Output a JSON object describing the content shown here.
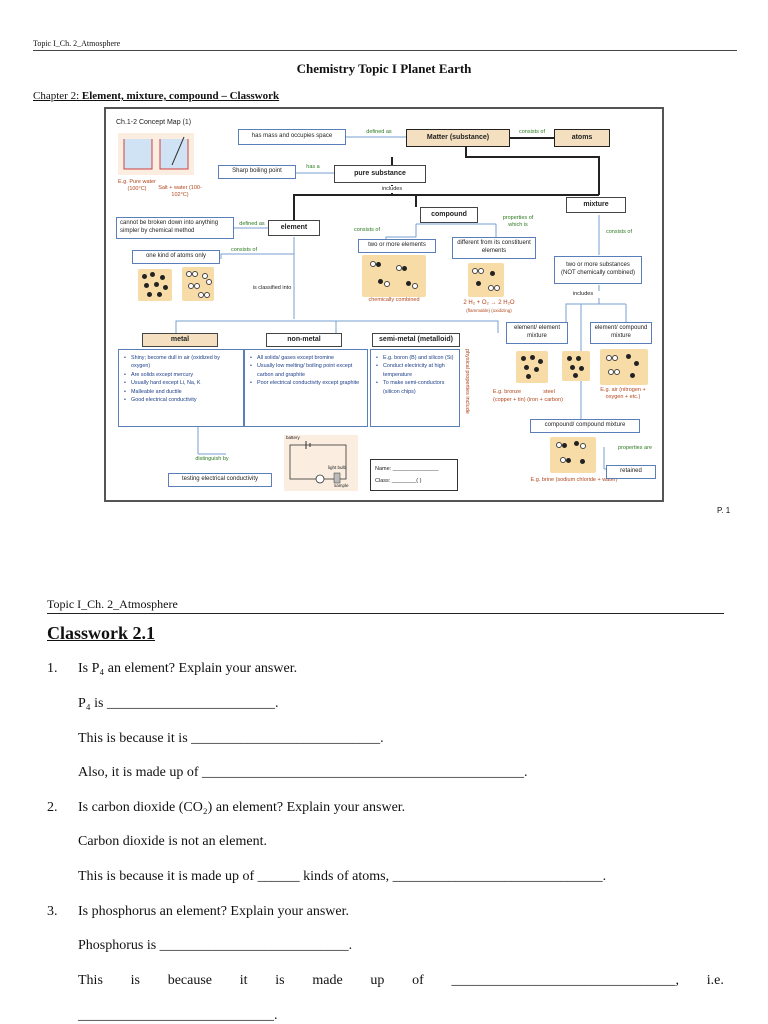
{
  "page1": {
    "header": "Topic I_Ch. 2_Atmosphere",
    "title": "Chemistry Topic I Planet Earth",
    "chapter_prefix": "Chapter 2: ",
    "chapter_title": "Element, mixture, compound – Classwork",
    "page_number": "P. 1",
    "concept_map": {
      "heading": "Ch.1-2 Concept Map (1)",
      "matter": "Matter (substance)",
      "atoms": "atoms",
      "defined_as": "defined as",
      "consists_of_top": "consists of",
      "mass_space": "has mass and occupies space",
      "sharp_bp": "Sharp boiling point",
      "has_a": "has a",
      "pure_substance": "pure substance",
      "includes_top": "includes",
      "compound": "compound",
      "mixture": "mixture",
      "element": "element",
      "defined_as_2": "defined as",
      "cannot_broken": "cannot be broken down into anything simpler by chemical method",
      "consists_of_el": "consists of",
      "one_kind": "one kind of atoms only",
      "is_classified": "is classified into",
      "consists_of_cmp": "consists of",
      "two_more_el": "two or more elements",
      "props_of": "properties of which is",
      "different_from": "different from its constituent elements",
      "chem_combined": "chemically combined",
      "eq_reaction": "2 H₂  +  O₂  → 2 H₂O",
      "eq_notes": "(flammable)   (oxidizing)",
      "consists_of_mix": "consists of",
      "two_more_sub": "two or more substances (NOT chemically combined)",
      "includes_mix": "includes",
      "ee_mixture": "element/ element mixture",
      "ec_mixture": "element/ compound mixture",
      "cc_mixture": "compound/ compound mixture",
      "bronze": "E.g. bronze",
      "steel": "steel",
      "bronze_note": "(copper + tin) (iron + carbon)",
      "air": "E.g. air (nitrogen + oxygen + etc.)",
      "brine": "E.g. brine (sodium chloride + water)",
      "props_are": "properties are",
      "retained": "retained",
      "water_eg": "E.g. Pure water (100°C)",
      "salt_eg": "Salt + water (100-102°C)",
      "metal": "metal",
      "non_metal": "non-metal",
      "semi_metal": "semi-metal (metalloid)",
      "metal_props": [
        "Shiny; become dull in air (oxidized by oxygen)",
        "Are solids except mercury",
        "Usually hard except Li, Na, K",
        "Malleable and ductile",
        "Good electrical conductivity"
      ],
      "nonmetal_props": [
        "All solids/ gases except bromine",
        "Usually low melting/ boiling point except carbon and graphite",
        "Poor electrical conductivity except graphite"
      ],
      "semimetal_props": [
        "E.g. boron (B) and silicon (Si)",
        "Conduct electricity at high temperature",
        "To make semi-conductors (silicon chips)"
      ],
      "physical_props": "physical properties include",
      "distinguish_by": "distinguish by",
      "testing": "testing electrical conductivity",
      "circuit_labels": [
        "battery",
        "light bulb",
        "sample"
      ],
      "name_field": "Name: _______________",
      "class_field": "Class: ________(        )"
    }
  },
  "page2": {
    "header": "Topic I_Ch. 2_Atmosphere",
    "title": "Classwork 2.1",
    "questions": [
      {
        "number": "1.",
        "question": "Is P₄ an element? Explain your answer.",
        "lines": [
          "P₄ is ________________________.",
          "This is because it is ___________________________.",
          "Also, it is made up of ______________________________________________."
        ]
      },
      {
        "number": "2.",
        "question": "Is carbon dioxide (CO₂) an element? Explain your answer.",
        "lines": [
          "Carbon dioxide is not an element.",
          "This is because it is made up of ______ kinds of atoms, ______________________________."
        ]
      },
      {
        "number": "3.",
        "question": "Is phosphorus an element? Explain your answer.",
        "lines": [
          "Phosphorus is ___________________________.",
          "This is because it is made up of ________________________________, i.e.",
          "____________________________."
        ]
      }
    ],
    "justified_words": [
      "This",
      "is",
      "because",
      "it",
      "is",
      "made",
      "up",
      "of",
      "________________________________,",
      "i.e."
    ]
  }
}
